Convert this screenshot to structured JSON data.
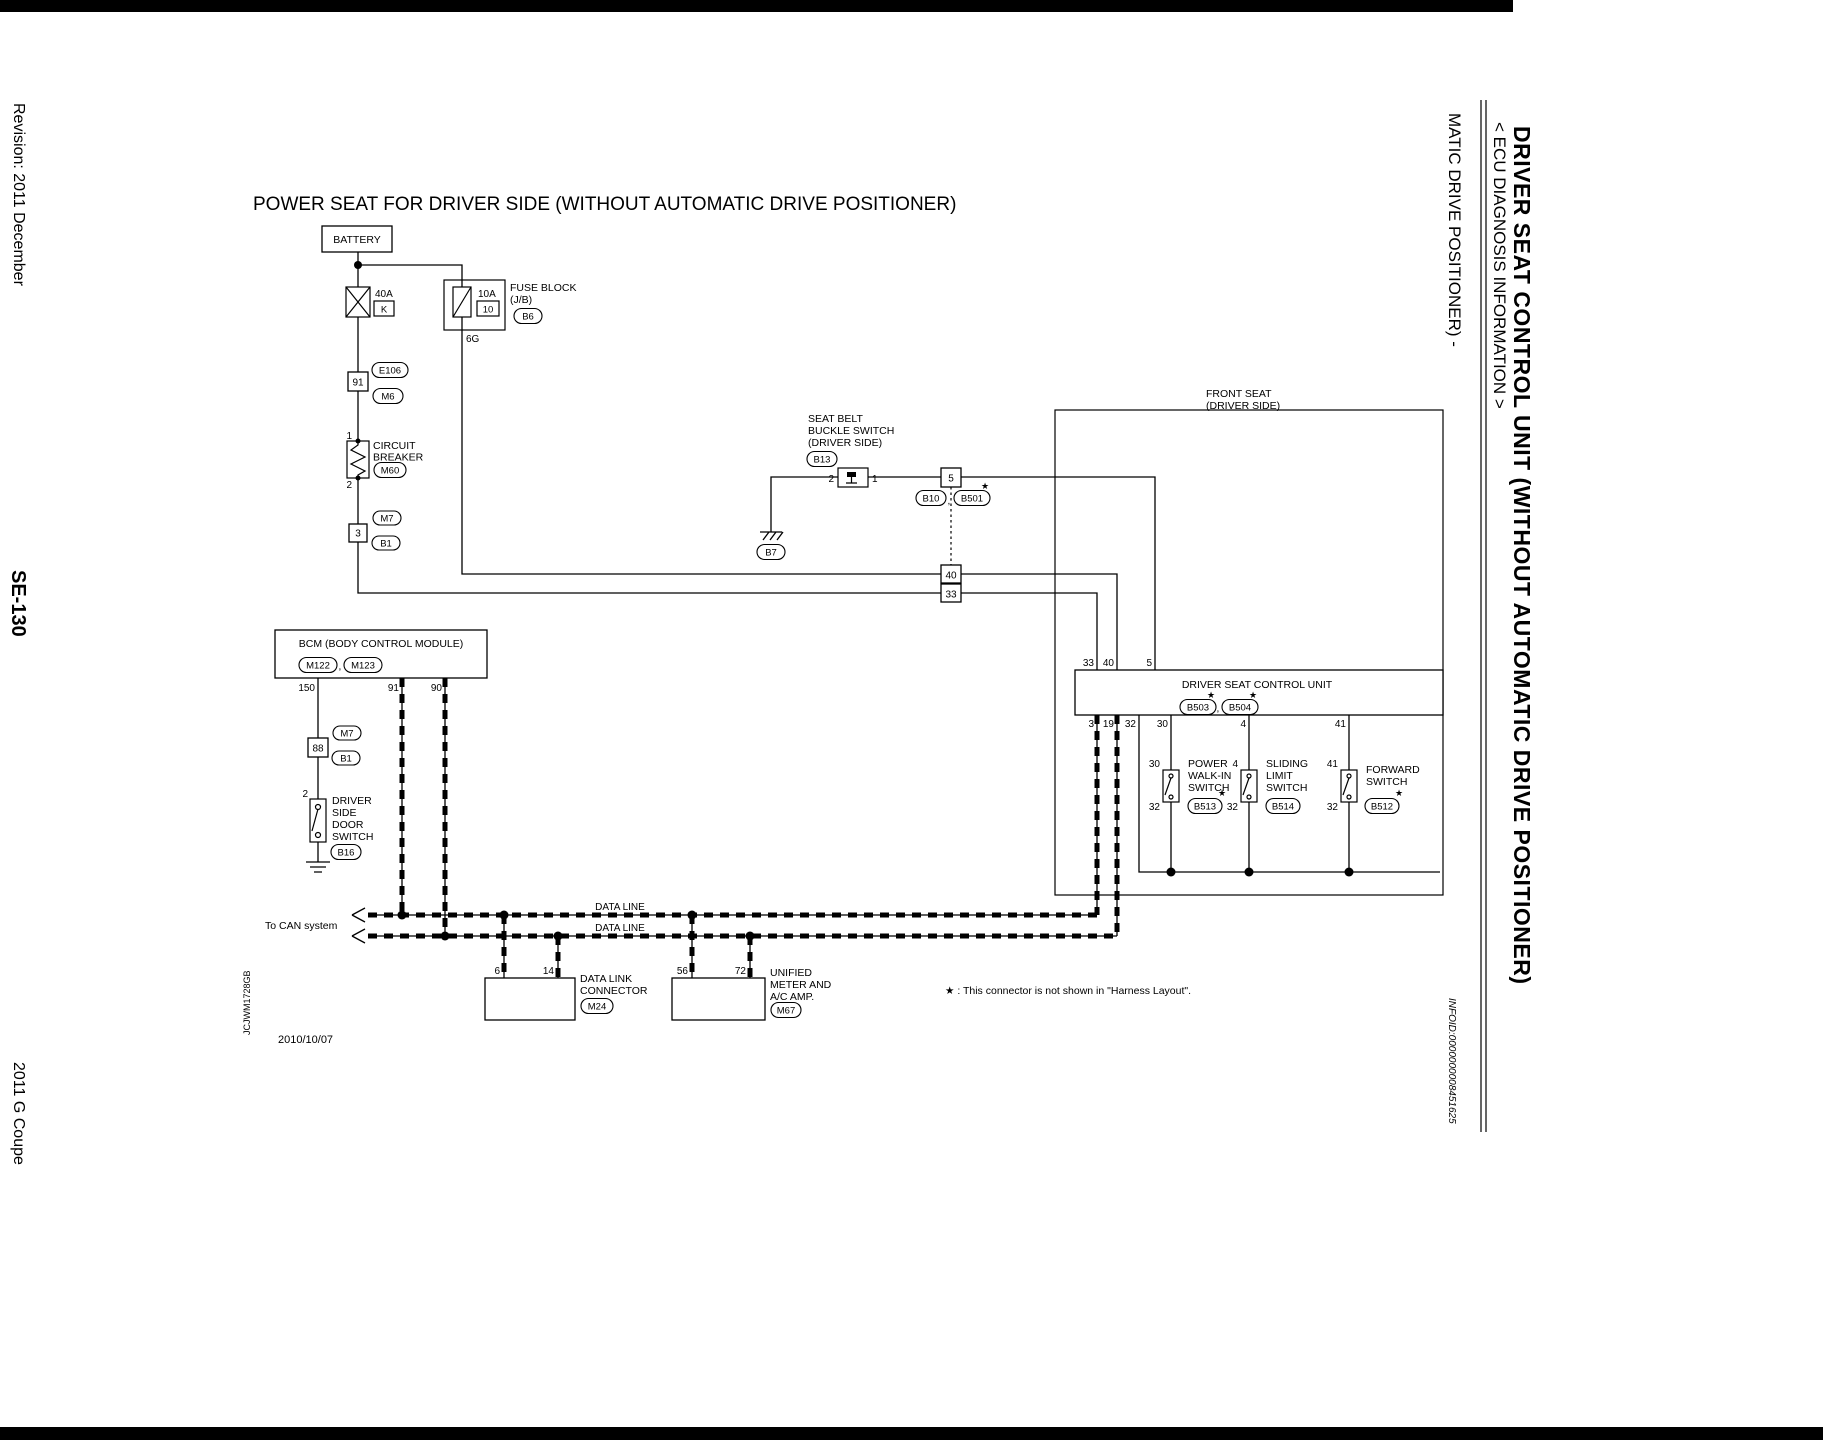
{
  "page": {
    "left_margin": {
      "revision": "Revision: 2011 December",
      "code": "SE-130",
      "model": "2011 G Coupe"
    },
    "right_margin": {
      "title": "DRIVER SEAT CONTROL UNIT (WITHOUT AUTOMATIC DRIVE POSITIONER)",
      "section": "< ECU DIAGNOSIS INFORMATION >",
      "title_cont": "MATIC DRIVE POSITIONER) -",
      "infoid": "INFOID:0000000008451625"
    },
    "figure_id": "JCJWM1728GB",
    "footer_date": "2010/10/07"
  },
  "diagram": {
    "title": "POWER SEAT FOR DRIVER SIDE (WITHOUT AUTOMATIC DRIVE POSITIONER)",
    "battery": {
      "label": "BATTERY"
    },
    "fuse40": {
      "amp": "40A",
      "ref": "K"
    },
    "fuse_block": {
      "amp": "10A",
      "ref": "10",
      "name1": "FUSE BLOCK",
      "name2": "(J/B)",
      "conn": "B6",
      "row": "6G"
    },
    "conn91": {
      "pin": "91",
      "upper": "E106",
      "lower": "M6"
    },
    "breaker": {
      "pin_top": "1",
      "pin_bottom": "2",
      "name1": "CIRCUIT",
      "name2": "BREAKER",
      "conn": "M60"
    },
    "conn3": {
      "pin": "3",
      "upper": "M7",
      "lower": "B1"
    },
    "belt_switch": {
      "name1": "SEAT BELT",
      "name2": "BUCKLE SWITCH",
      "name3": "(DRIVER SIDE)",
      "conn": "B13",
      "pin_left": "2",
      "pin_right": "1"
    },
    "ground_b7": {
      "conn": "B7"
    },
    "conn5": {
      "pin": "5",
      "left": "B10",
      "comma": ",",
      "right": "B501",
      "star": "★"
    },
    "conn40": {
      "pin": "40"
    },
    "conn33": {
      "pin": "33"
    },
    "front_seat": {
      "name1": "FRONT SEAT",
      "name2": "(DRIVER SIDE)"
    },
    "bcm": {
      "title": "BCM (BODY CONTROL MODULE)",
      "conn1": "M122",
      "comma": ",",
      "conn2": "M123",
      "pin1": "150",
      "pin2": "91",
      "pin3": "90"
    },
    "conn88": {
      "pin": "88",
      "upper": "M7",
      "lower": "B1"
    },
    "door_switch": {
      "pin": "2",
      "name1": "DRIVER",
      "name2": "SIDE",
      "name3": "DOOR",
      "name4": "SWITCH",
      "conn": "B16"
    },
    "seat_unit": {
      "pins_top": [
        "33",
        "40",
        "5"
      ],
      "title": "DRIVER SEAT CONTROL UNIT",
      "conn1": "B503",
      "comma": ",",
      "conn2": "B504",
      "star": "★",
      "pins_bottom": [
        "3",
        "19",
        "32",
        "30",
        "4",
        "41"
      ]
    },
    "walkin_switch": {
      "pin_top": "30",
      "pin_bottom": "32",
      "name1": "POWER",
      "name2": "WALK-IN",
      "name3": "SWITCH",
      "conn": "B513",
      "star": "★"
    },
    "sliding_switch": {
      "pin_top": "4",
      "pin_bottom": "32",
      "name1": "SLIDING",
      "name2": "LIMIT",
      "name3": "SWITCH",
      "conn": "B514"
    },
    "forward_switch": {
      "pin_top": "41",
      "pin_bottom": "32",
      "name1": "FORWARD",
      "name2": "SWITCH",
      "conn": "B512",
      "star": "★"
    },
    "data_lines": {
      "label1": "DATA LINE",
      "label2": "DATA LINE",
      "can": "To CAN system"
    },
    "dlc": {
      "pin1": "6",
      "pin2": "14",
      "name1": "DATA LINK",
      "name2": "CONNECTOR",
      "conn": "M24"
    },
    "meter": {
      "pin1": "56",
      "pin2": "72",
      "name1": "UNIFIED",
      "name2": "METER AND",
      "name3": "A/C AMP.",
      "conn": "M67"
    },
    "note": "★ : This connector is not shown in \"Harness Layout\"."
  }
}
